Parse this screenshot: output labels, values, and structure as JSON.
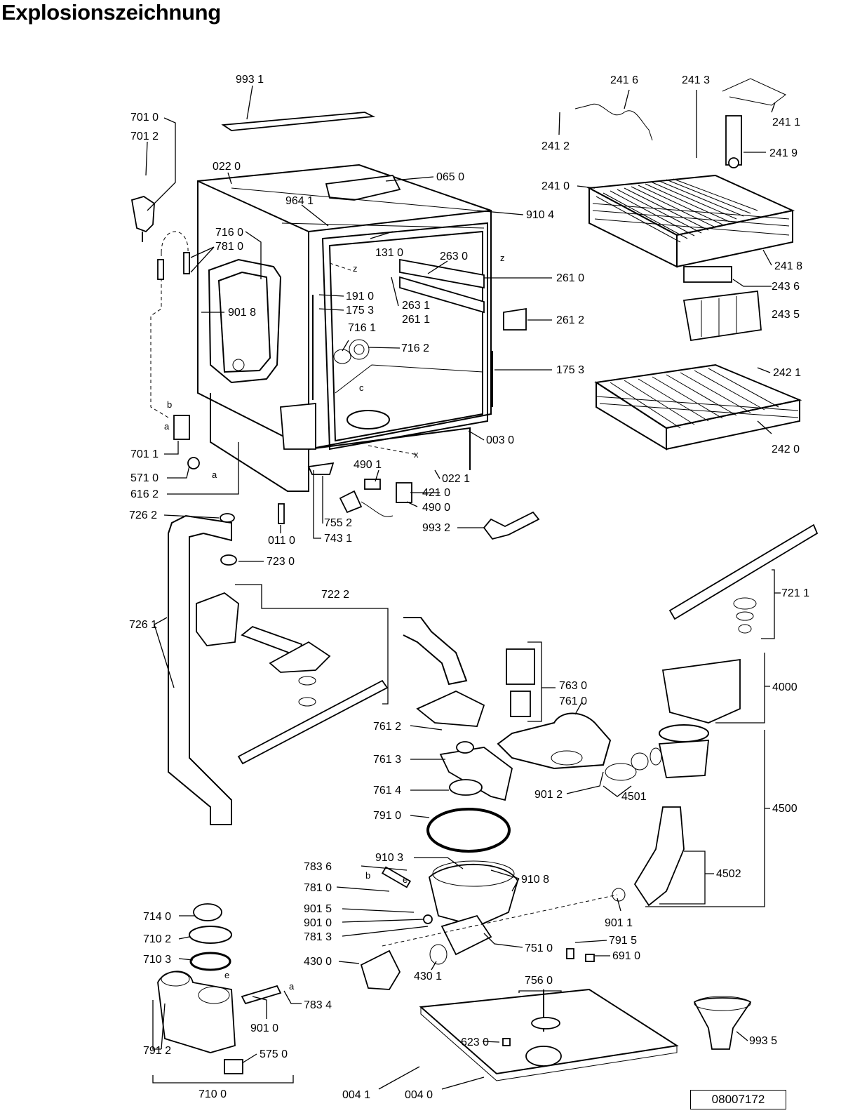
{
  "title": "Explosionszeichnung",
  "doc_number": "08007172",
  "labels": [
    "993 1",
    "701 0",
    "701 2",
    "022 0",
    "065 0",
    "964 1",
    "910 4",
    "716 0",
    "781 0",
    "131 0",
    "263 0",
    "261 0",
    "901 8",
    "191 0",
    "175 3",
    "263 1",
    "261 1",
    "261 2",
    "716 1",
    "716 2",
    "175 3",
    "003 0",
    "701 1",
    "490 1",
    "571 0",
    "022 1",
    "421 0",
    "616 2",
    "490 0",
    "726 2",
    "755 2",
    "993 2",
    "011 0",
    "743 1",
    "723 0",
    "722 2",
    "726 1",
    "241 6",
    "241 3",
    "241 1",
    "241 2",
    "241 9",
    "241 0",
    "241 8",
    "243 6",
    "243 5",
    "242 1",
    "242 0",
    "721 1",
    "763 0",
    "761 0",
    "4000",
    "761 2",
    "761 3",
    "901 2",
    "4501",
    "761 4",
    "4500",
    "791 0",
    "783 6",
    "910 3",
    "910 8",
    "781 0",
    "4502",
    "901 5",
    "901 0",
    "781 3",
    "901 1",
    "751 0",
    "791 5",
    "430 0",
    "430 1",
    "691 0",
    "714 0",
    "710 2",
    "710 3",
    "756 0",
    "783 4",
    "901 0",
    "791 2",
    "575 0",
    "623 0",
    "993 5",
    "710 0",
    "004 1",
    "004 0"
  ],
  "letters": [
    "z",
    "z",
    "c",
    "x",
    "b",
    "a",
    "a",
    "b",
    "e",
    "e",
    "a"
  ]
}
